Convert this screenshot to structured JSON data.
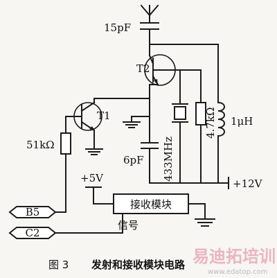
{
  "components": {
    "c_15pf": "15pF",
    "t2": "T2",
    "t1": "T1",
    "r_51k": "51kΩ",
    "c_6pf": "6pF",
    "crystal": "433MHz",
    "r_4k7": "4.7kΩ",
    "inductor": "1μH"
  },
  "power": {
    "plus5": "+5V",
    "plus12": "+12V"
  },
  "receiver": {
    "module_label": "接收模块",
    "signal_label": "信号"
  },
  "connectors": {
    "b5": "B5",
    "c2": "C2"
  },
  "caption": {
    "number": "图 3",
    "title": "发射和接收模块电路"
  },
  "watermark": {
    "brand": "易迪拓培训",
    "url": "www.edatop.com"
  }
}
